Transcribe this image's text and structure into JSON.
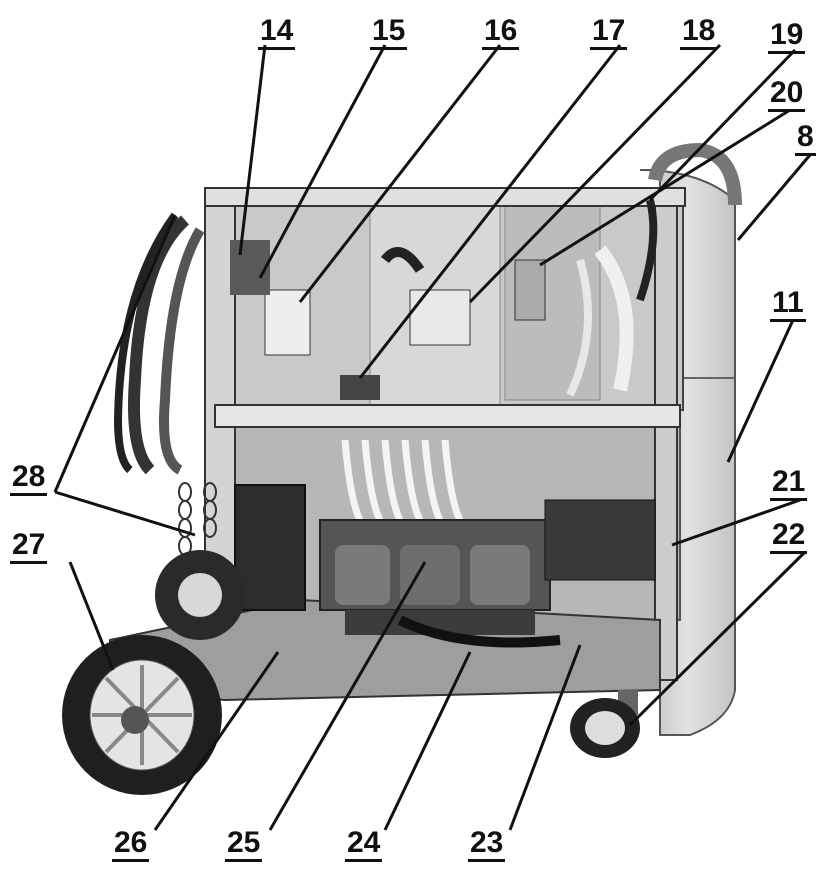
{
  "callouts": [
    {
      "id": "c14",
      "text": "14"
    },
    {
      "id": "c15",
      "text": "15"
    },
    {
      "id": "c16",
      "text": "16"
    },
    {
      "id": "c17",
      "text": "17"
    },
    {
      "id": "c18",
      "text": "18"
    },
    {
      "id": "c19",
      "text": "19"
    },
    {
      "id": "c20",
      "text": "20"
    },
    {
      "id": "c8",
      "text": "8"
    },
    {
      "id": "c11",
      "text": "11"
    },
    {
      "id": "c21",
      "text": "21"
    },
    {
      "id": "c22",
      "text": "22"
    },
    {
      "id": "c28",
      "text": "28"
    },
    {
      "id": "c27",
      "text": "27"
    },
    {
      "id": "c26",
      "text": "26"
    },
    {
      "id": "c25",
      "text": "25"
    },
    {
      "id": "c24",
      "text": "24"
    },
    {
      "id": "c23",
      "text": "23"
    }
  ]
}
